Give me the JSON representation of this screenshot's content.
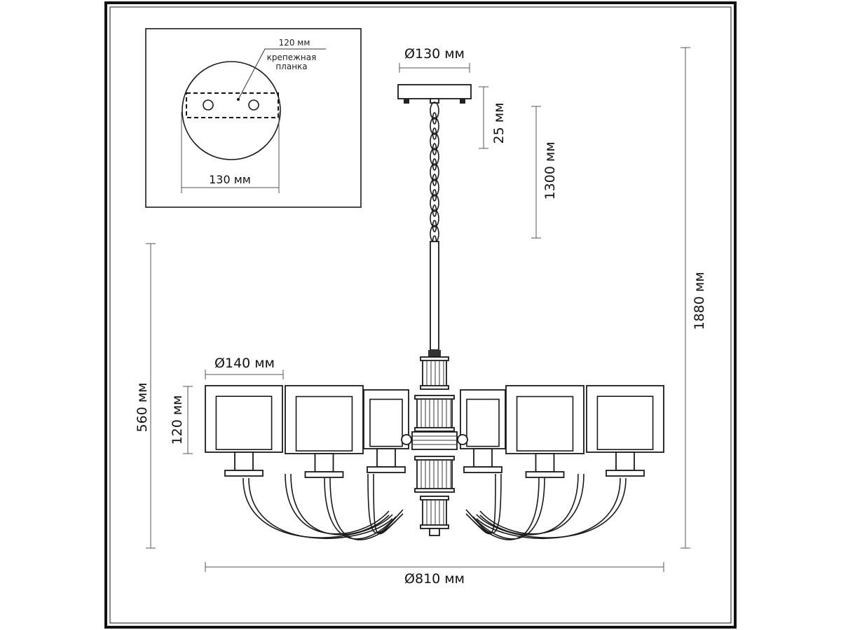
{
  "inset": {
    "bar_width": "120 мм",
    "bar_label_1": "крепежная",
    "bar_label_2": "планка",
    "canopy_width": "130 мм"
  },
  "dimensions": {
    "canopy_diameter": "Ø130 мм",
    "canopy_height": "25 мм",
    "chain_length": "1300 мм",
    "total_height": "1880 мм",
    "body_height": "560 мм",
    "shade_height": "120 мм",
    "shade_diameter": "Ø140 мм",
    "total_diameter": "Ø810 мм"
  }
}
